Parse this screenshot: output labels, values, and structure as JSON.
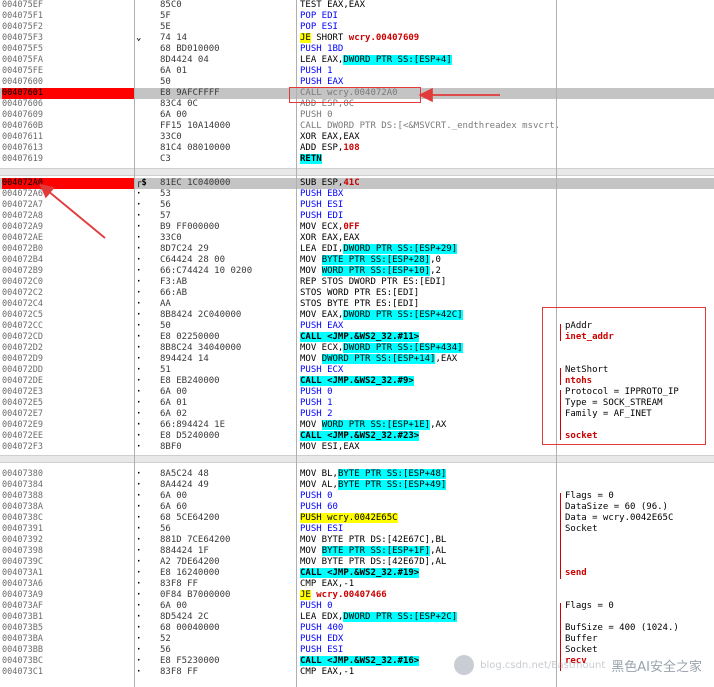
{
  "block1": [
    {
      "addr": "004075EF",
      "mark": "",
      "hex": "85C0",
      "dis": [
        [
          "TEST EAX,EAX",
          ""
        ]
      ],
      "cmt": ""
    },
    {
      "addr": "004075F1",
      "mark": "",
      "hex": "5F",
      "dis": [
        [
          "POP EDI",
          "blue"
        ]
      ],
      "cmt": ""
    },
    {
      "addr": "004075F2",
      "mark": "",
      "hex": "5E",
      "dis": [
        [
          "POP ESI",
          "blue"
        ]
      ],
      "cmt": ""
    },
    {
      "addr": "004075F3",
      "mark": "⌄",
      "hex": "74 14",
      "dis": [
        [
          "JE",
          "yel"
        ],
        [
          " SHORT ",
          ""
        ],
        [
          "wcry.00407609",
          "red"
        ]
      ],
      "cmt": ""
    },
    {
      "addr": "004075F5",
      "mark": "",
      "hex": "68 BD010000",
      "dis": [
        [
          "PUSH 1BD",
          "blue"
        ]
      ],
      "cmt": ""
    },
    {
      "addr": "004075FA",
      "mark": "",
      "hex": "8D4424 04",
      "dis": [
        [
          "LEA EAX,",
          ""
        ],
        [
          "DWORD PTR SS:[ESP+4]",
          "cyan"
        ]
      ],
      "cmt": ""
    },
    {
      "addr": "004075FE",
      "mark": "",
      "hex": "6A 01",
      "dis": [
        [
          "PUSH 1",
          "blue"
        ]
      ],
      "cmt": ""
    },
    {
      "addr": "00407600",
      "mark": "",
      "hex": "50",
      "dis": [
        [
          "PUSH EAX",
          "blue"
        ]
      ],
      "cmt": ""
    },
    {
      "addr": "00407601",
      "mark": "",
      "hex": "E8 9AFCFFFF",
      "dis": [
        [
          "CALL wcry.004072A0",
          "dim"
        ]
      ],
      "cmt": "",
      "sel": true,
      "grey": true
    },
    {
      "addr": "00407606",
      "mark": "",
      "hex": "83C4 0C",
      "dis": [
        [
          "ADD ESP,0C",
          "dim"
        ]
      ],
      "cmt": ""
    },
    {
      "addr": "00407609",
      "mark": "",
      "hex": "6A 00",
      "dis": [
        [
          "PUSH 0",
          "dim"
        ]
      ],
      "cmt": ""
    },
    {
      "addr": "0040760B",
      "mark": "",
      "hex": "FF15 10A14000",
      "dis": [
        [
          "CALL DWORD PTR DS:[<&MSVCRT._endthreadex msvcrt._endthreadex",
          "dim"
        ]
      ],
      "cmt": ""
    },
    {
      "addr": "00407611",
      "mark": "",
      "hex": "33C0",
      "dis": [
        [
          "XOR EAX,EAX",
          ""
        ]
      ],
      "cmt": ""
    },
    {
      "addr": "00407613",
      "mark": "",
      "hex": "81C4 08010000",
      "dis": [
        [
          "ADD ESP,",
          ""
        ],
        [
          "108",
          "red"
        ]
      ],
      "cmt": ""
    },
    {
      "addr": "00407619",
      "mark": "",
      "hex": "C3",
      "dis": [
        [
          "RETN",
          "ret"
        ]
      ],
      "cmt": ""
    }
  ],
  "block2": [
    {
      "addr": "004072A0",
      "mark": "┌$",
      "hex": "81EC 1C040000",
      "dis": [
        [
          "SUB ESP,",
          ""
        ],
        [
          "41C",
          "red"
        ]
      ],
      "cmt": "",
      "sel": true,
      "grey": true
    },
    {
      "addr": "004072A6",
      "mark": "·",
      "hex": "53",
      "dis": [
        [
          "PUSH EBX",
          "blue"
        ]
      ],
      "cmt": ""
    },
    {
      "addr": "004072A7",
      "mark": "·",
      "hex": "56",
      "dis": [
        [
          "PUSH ESI",
          "blue"
        ]
      ],
      "cmt": ""
    },
    {
      "addr": "004072A8",
      "mark": "·",
      "hex": "57",
      "dis": [
        [
          "PUSH EDI",
          "blue"
        ]
      ],
      "cmt": ""
    },
    {
      "addr": "004072A9",
      "mark": "·",
      "hex": "B9 FF000000",
      "dis": [
        [
          "MOV ECX,",
          ""
        ],
        [
          "0FF",
          "red"
        ]
      ],
      "cmt": ""
    },
    {
      "addr": "004072AE",
      "mark": "·",
      "hex": "33C0",
      "dis": [
        [
          "XOR EAX,EAX",
          ""
        ]
      ],
      "cmt": ""
    },
    {
      "addr": "004072B0",
      "mark": "·",
      "hex": "8D7C24 29",
      "dis": [
        [
          "LEA EDI,",
          ""
        ],
        [
          "DWORD PTR SS:[ESP+29]",
          "cyan"
        ]
      ],
      "cmt": ""
    },
    {
      "addr": "004072B4",
      "mark": "·",
      "hex": "C64424 28 00",
      "dis": [
        [
          "MOV ",
          ""
        ],
        [
          "BYTE PTR SS:[ESP+28]",
          "cyan"
        ],
        [
          ",0",
          ""
        ]
      ],
      "cmt": ""
    },
    {
      "addr": "004072B9",
      "mark": "·",
      "hex": "66:C74424 10 0200",
      "dis": [
        [
          "MOV ",
          ""
        ],
        [
          "WORD PTR SS:[ESP+10]",
          "cyan"
        ],
        [
          ",2",
          ""
        ]
      ],
      "cmt": ""
    },
    {
      "addr": "004072C0",
      "mark": "·",
      "hex": "F3:AB",
      "dis": [
        [
          "REP STOS DWORD PTR ES:[EDI]",
          ""
        ]
      ],
      "cmt": ""
    },
    {
      "addr": "004072C2",
      "mark": "·",
      "hex": "66:AB",
      "dis": [
        [
          "STOS WORD PTR ES:[EDI]",
          ""
        ]
      ],
      "cmt": ""
    },
    {
      "addr": "004072C4",
      "mark": "·",
      "hex": "AA",
      "dis": [
        [
          "STOS BYTE PTR ES:[EDI]",
          ""
        ]
      ],
      "cmt": ""
    },
    {
      "addr": "004072C5",
      "mark": "·",
      "hex": "8B8424 2C040000",
      "dis": [
        [
          "MOV EAX,",
          ""
        ],
        [
          "DWORD PTR SS:[ESP+42C]",
          "cyan"
        ]
      ],
      "cmt": ""
    },
    {
      "addr": "004072CC",
      "mark": "·",
      "hex": "50",
      "dis": [
        [
          "PUSH EAX",
          "blue"
        ]
      ],
      "cmt": "pAddr"
    },
    {
      "addr": "004072CD",
      "mark": "·",
      "hex": "E8 02250000",
      "dis": [
        [
          "CALL ",
          "call"
        ],
        [
          "<JMP.&WS2_32.#11>",
          "call"
        ]
      ],
      "cmt": "inet_addr",
      "cmtRed": true
    },
    {
      "addr": "004072D2",
      "mark": "·",
      "hex": "8B8C24 34040000",
      "dis": [
        [
          "MOV ECX,",
          ""
        ],
        [
          "DWORD PTR SS:[ESP+434]",
          "cyan"
        ]
      ],
      "cmt": ""
    },
    {
      "addr": "004072D9",
      "mark": "·",
      "hex": "894424 14",
      "dis": [
        [
          "MOV ",
          ""
        ],
        [
          "DWORD PTR SS:[ESP+14]",
          "cyan"
        ],
        [
          ",EAX",
          ""
        ]
      ],
      "cmt": ""
    },
    {
      "addr": "004072DD",
      "mark": "·",
      "hex": "51",
      "dis": [
        [
          "PUSH ECX",
          "blue"
        ]
      ],
      "cmt": "NetShort"
    },
    {
      "addr": "004072DE",
      "mark": "·",
      "hex": "E8 EB240000",
      "dis": [
        [
          "CALL ",
          "call"
        ],
        [
          "<JMP.&WS2_32.#9>",
          "call"
        ]
      ],
      "cmt": "ntohs",
      "cmtRed": true
    },
    {
      "addr": "004072E3",
      "mark": "·",
      "hex": "6A 00",
      "dis": [
        [
          "PUSH 0",
          "blue"
        ]
      ],
      "cmt": "Protocol = IPPROTO_IP"
    },
    {
      "addr": "004072E5",
      "mark": "·",
      "hex": "6A 01",
      "dis": [
        [
          "PUSH 1",
          "blue"
        ]
      ],
      "cmt": "Type = SOCK_STREAM"
    },
    {
      "addr": "004072E7",
      "mark": "·",
      "hex": "6A 02",
      "dis": [
        [
          "PUSH 2",
          "blue"
        ]
      ],
      "cmt": "Family = AF_INET"
    },
    {
      "addr": "004072E9",
      "mark": "·",
      "hex": "66:894424 1E",
      "dis": [
        [
          "MOV ",
          ""
        ],
        [
          "WORD PTR SS:[ESP+1E]",
          "cyan"
        ],
        [
          ",AX",
          ""
        ]
      ],
      "cmt": ""
    },
    {
      "addr": "004072EE",
      "mark": "·",
      "hex": "E8 D5240000",
      "dis": [
        [
          "CALL ",
          "call"
        ],
        [
          "<JMP.&WS2_32.#23>",
          "call"
        ]
      ],
      "cmt": "socket",
      "cmtRed": true
    },
    {
      "addr": "004072F3",
      "mark": "·",
      "hex": "8BF0",
      "dis": [
        [
          "MOV ESI,EAX",
          ""
        ]
      ],
      "cmt": ""
    }
  ],
  "block3": [
    {
      "addr": "00407380",
      "mark": "·",
      "hex": "8A5C24 48",
      "dis": [
        [
          "MOV BL,",
          ""
        ],
        [
          "BYTE PTR SS:[ESP+48]",
          "cyan"
        ]
      ],
      "cmt": ""
    },
    {
      "addr": "00407384",
      "mark": "·",
      "hex": "8A4424 49",
      "dis": [
        [
          "MOV AL,",
          ""
        ],
        [
          "BYTE PTR SS:[ESP+49]",
          "cyan"
        ]
      ],
      "cmt": ""
    },
    {
      "addr": "00407388",
      "mark": "·",
      "hex": "6A 00",
      "dis": [
        [
          "PUSH 0",
          "blue"
        ]
      ],
      "cmt": "Flags = 0"
    },
    {
      "addr": "0040738A",
      "mark": "·",
      "hex": "6A 60",
      "dis": [
        [
          "PUSH 60",
          "blue"
        ]
      ],
      "cmt": "DataSize = 60 (96.)"
    },
    {
      "addr": "0040738C",
      "mark": "·",
      "hex": "68 5CE64200",
      "dis": [
        [
          "PUSH wcry.0042E65C",
          "yel"
        ]
      ],
      "cmt": "Data = wcry.0042E65C"
    },
    {
      "addr": "00407391",
      "mark": "·",
      "hex": "56",
      "dis": [
        [
          "PUSH ESI",
          "blue"
        ]
      ],
      "cmt": "Socket"
    },
    {
      "addr": "00407392",
      "mark": "·",
      "hex": "881D 7CE64200",
      "dis": [
        [
          "MOV BYTE PTR DS:[42E67C],BL",
          ""
        ]
      ],
      "cmt": ""
    },
    {
      "addr": "00407398",
      "mark": "·",
      "hex": "884424 1F",
      "dis": [
        [
          "MOV ",
          ""
        ],
        [
          "BYTE PTR SS:[ESP+1F]",
          "cyan"
        ],
        [
          ",AL",
          ""
        ]
      ],
      "cmt": ""
    },
    {
      "addr": "0040739C",
      "mark": "·",
      "hex": "A2 7DE64200",
      "dis": [
        [
          "MOV BYTE PTR DS:[42E67D],AL",
          ""
        ]
      ],
      "cmt": ""
    },
    {
      "addr": "004073A1",
      "mark": "·",
      "hex": "E8 16240000",
      "dis": [
        [
          "CALL ",
          "call"
        ],
        [
          "<JMP.&WS2_32.#19>",
          "call"
        ]
      ],
      "cmt": "send",
      "cmtRed": true
    },
    {
      "addr": "004073A6",
      "mark": "·",
      "hex": "83F8 FF",
      "dis": [
        [
          "CMP EAX,-1",
          ""
        ]
      ],
      "cmt": ""
    },
    {
      "addr": "004073A9",
      "mark": "·",
      "hex": "0F84 B7000000",
      "dis": [
        [
          "JE",
          "yel"
        ],
        [
          " ",
          ""
        ],
        [
          "wcry.00407466",
          "red"
        ]
      ],
      "cmt": ""
    },
    {
      "addr": "004073AF",
      "mark": "·",
      "hex": "6A 00",
      "dis": [
        [
          "PUSH 0",
          "blue"
        ]
      ],
      "cmt": "Flags = 0"
    },
    {
      "addr": "004073B1",
      "mark": "·",
      "hex": "8D5424 2C",
      "dis": [
        [
          "LEA EDX,",
          ""
        ],
        [
          "DWORD PTR SS:[ESP+2C]",
          "cyan"
        ]
      ],
      "cmt": ""
    },
    {
      "addr": "004073B5",
      "mark": "·",
      "hex": "68 00040000",
      "dis": [
        [
          "PUSH 400",
          "blue"
        ]
      ],
      "cmt": "BufSize = 400 (1024.)"
    },
    {
      "addr": "004073BA",
      "mark": "·",
      "hex": "52",
      "dis": [
        [
          "PUSH EDX",
          "blue"
        ]
      ],
      "cmt": "Buffer"
    },
    {
      "addr": "004073BB",
      "mark": "·",
      "hex": "56",
      "dis": [
        [
          "PUSH ESI",
          "blue"
        ]
      ],
      "cmt": "Socket"
    },
    {
      "addr": "004073BC",
      "mark": "·",
      "hex": "E8 F5230000",
      "dis": [
        [
          "CALL ",
          "call"
        ],
        [
          "<JMP.&WS2_32.#16>",
          "call"
        ]
      ],
      "cmt": "recv",
      "cmtRed": true
    },
    {
      "addr": "004073C1",
      "mark": "·",
      "hex": "83F8 FF",
      "dis": [
        [
          "CMP EAX,-1",
          ""
        ]
      ],
      "cmt": ""
    }
  ],
  "watermark": {
    "text": "黑色AI安全之家",
    "faint": "blog.csdn.net/Eastmount"
  },
  "colors": {
    "selection": "#ff0000",
    "annotation": "#e23a3a",
    "highlight_cyan": "#00ffff",
    "highlight_yellow": "#ffff00"
  }
}
